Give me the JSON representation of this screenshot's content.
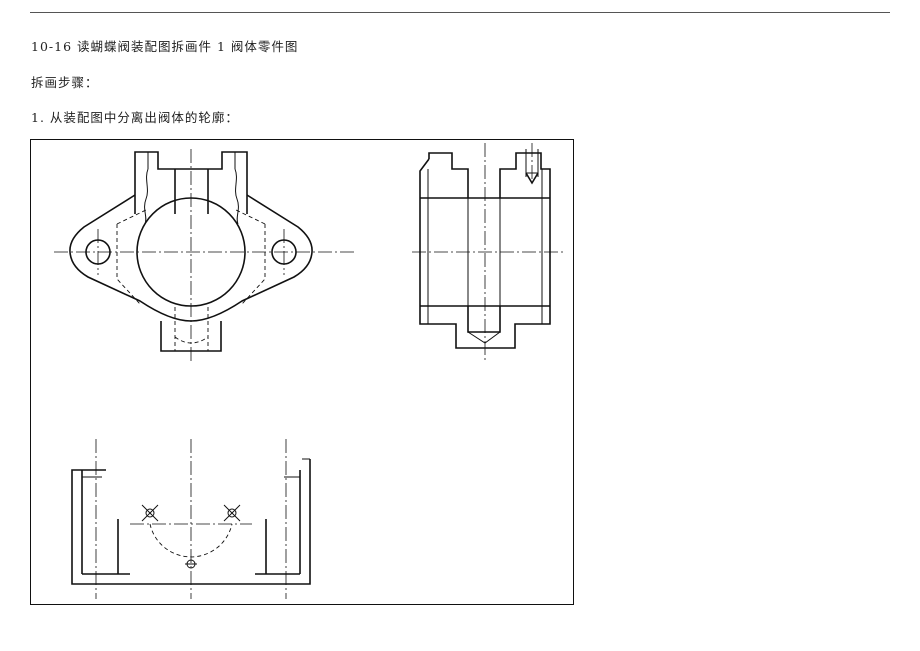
{
  "document": {
    "heading": "10-16 读蝴蝶阀装配图拆画件 1 阀体零件图",
    "steps_label": "拆画步骤：",
    "step_1": "1. 从装配图中分离出阀体的轮廓："
  }
}
